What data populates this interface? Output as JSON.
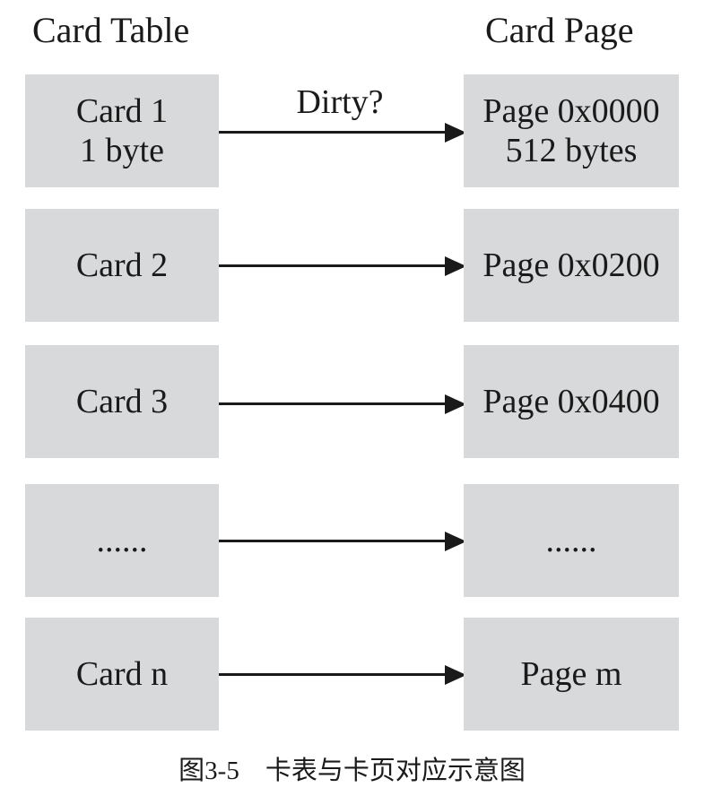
{
  "figure": {
    "left_column_header": "Card Table",
    "right_column_header": "Card Page",
    "caption": "图3-5　卡表与卡页对应示意图",
    "colors": {
      "box_fill": "#d8d9da",
      "text": "#1a1a1a",
      "arrow": "#1a1a1a",
      "background": "#ffffff"
    },
    "rows": [
      {
        "card": "Card 1\n1 byte",
        "page": "Page 0x0000\n512 bytes",
        "arrow_label": "Dirty?"
      },
      {
        "card": "Card 2",
        "page": "Page 0x0200"
      },
      {
        "card": "Card 3",
        "page": "Page 0x0400"
      },
      {
        "card": "......",
        "page": "......"
      },
      {
        "card": "Card n",
        "page": "Page m"
      }
    ]
  }
}
